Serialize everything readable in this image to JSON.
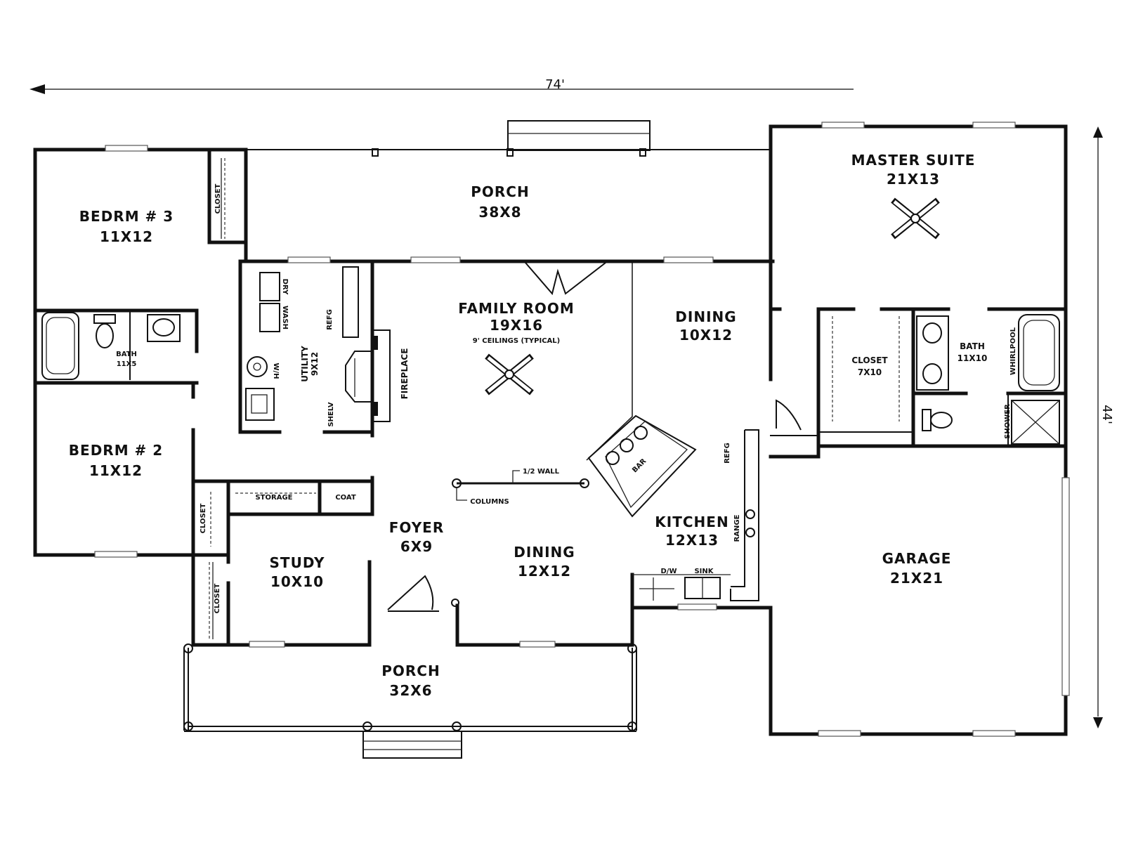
{
  "dimensions": {
    "width": "74'",
    "depth": "44'"
  },
  "rooms": {
    "bedroom3": {
      "name": "BEDRM # 3",
      "size": "11X12"
    },
    "bedroom2": {
      "name": "BEDRM # 2",
      "size": "11X12"
    },
    "bath_hall": {
      "name": "BATH",
      "size": "11X5"
    },
    "porch_rear": {
      "name": "PORCH",
      "size": "38X8"
    },
    "family_room": {
      "name": "FAMILY ROOM",
      "size": "19X16",
      "note": "9' CEILINGS (TYPICAL)"
    },
    "dining_rear": {
      "name": "DINING",
      "size": "10X12"
    },
    "master_suite": {
      "name": "MASTER SUITE",
      "size": "21X13"
    },
    "closet_master": {
      "name": "CLOSET",
      "size": "7X10"
    },
    "bath_master": {
      "name": "BATH",
      "size": "11X10"
    },
    "utility": {
      "name": "UTILITY",
      "size": "9X12"
    },
    "foyer": {
      "name": "FOYER",
      "size": "6X9"
    },
    "dining_front": {
      "name": "DINING",
      "size": "12X12"
    },
    "kitchen": {
      "name": "KITCHEN",
      "size": "12X13"
    },
    "study": {
      "name": "STUDY",
      "size": "10X10"
    },
    "garage": {
      "name": "GARAGE",
      "size": "21X21"
    },
    "porch_front": {
      "name": "PORCH",
      "size": "32X6"
    }
  },
  "fixtures": {
    "closet": "CLOSET",
    "fireplace": "FIREPLACE",
    "refg": "REFG",
    "shelv": "SHELV",
    "wh": "W/H",
    "wash": "WASH",
    "dry": "DRY",
    "storage": "STORAGE",
    "coat": "COAT",
    "half_wall": "1/2 WALL",
    "columns": "COLUMNS",
    "bar": "BAR",
    "range": "RANGE",
    "dw": "D/W",
    "sink": "SINK",
    "whirlpool": "WHIRLPOOL",
    "shower": "SHOWER"
  }
}
